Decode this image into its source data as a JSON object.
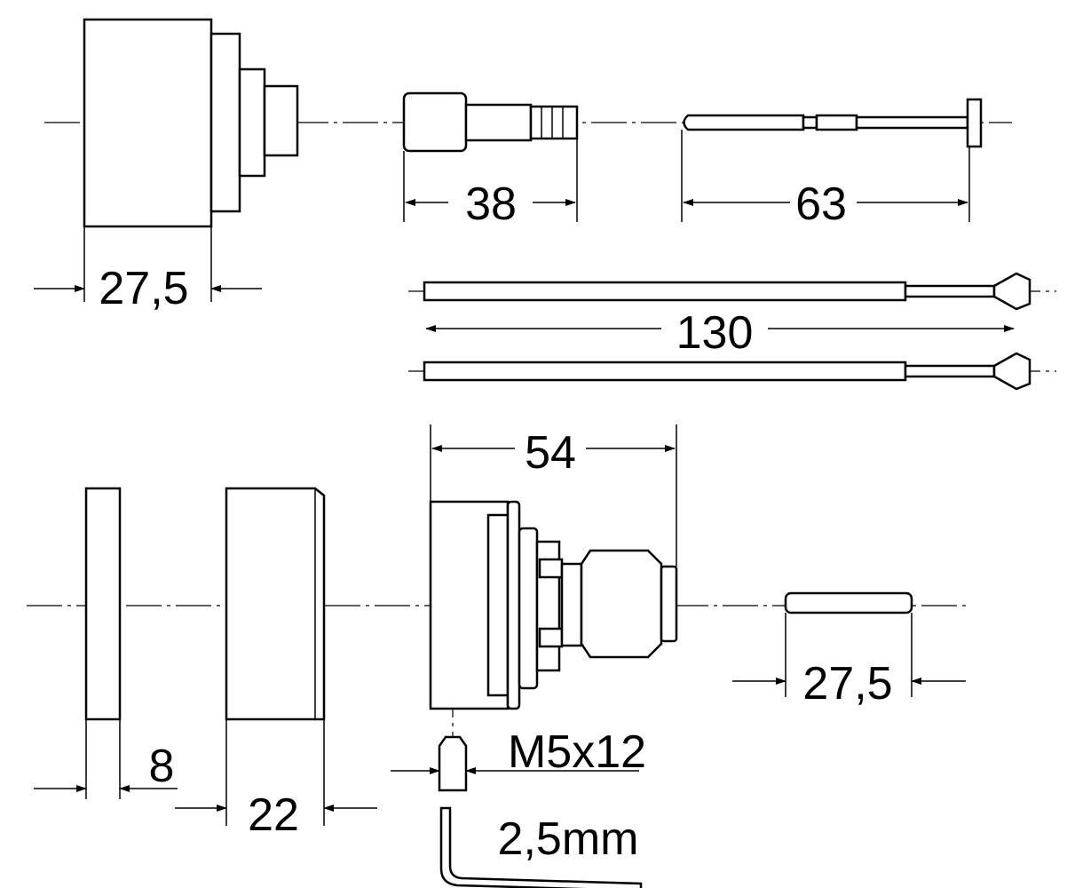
{
  "dimensions": {
    "cap_width": "27,5",
    "spindle_length": "38",
    "pin_length": "63",
    "screw_length": "130",
    "cartridge_length": "54",
    "small_pin_length": "27,5",
    "washer_thickness": "8",
    "ring_width": "22",
    "grub_screw": "M5x12",
    "hex_key": "2,5mm"
  }
}
